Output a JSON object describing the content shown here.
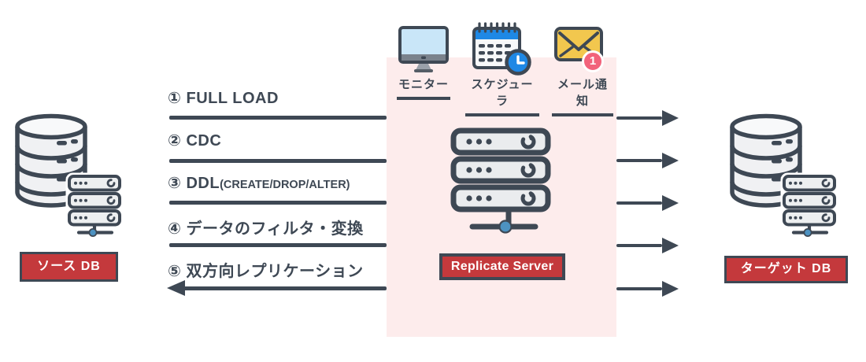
{
  "colors": {
    "dark": "#3e4854",
    "red": "#c4393c",
    "pink_zone": "#fdecec",
    "blue": "#1e88e5",
    "screen_blue": "#c9e6f8",
    "mail_yellow": "#f2c74e",
    "badge_pink": "#f2637b",
    "node_blue": "#4d92c1",
    "label_text": "#ffffff"
  },
  "services": [
    {
      "name": "monitor",
      "label": "モニター"
    },
    {
      "name": "scheduler",
      "label": "スケジューラ"
    },
    {
      "name": "mail",
      "label": "メール通知",
      "badge": "1"
    }
  ],
  "flows": [
    {
      "label": "① FULL LOAD",
      "sublabel": "",
      "left_arrow": false,
      "right_arrow": true
    },
    {
      "label": "② CDC",
      "sublabel": "",
      "left_arrow": false,
      "right_arrow": true
    },
    {
      "label": "③ DDL",
      "sublabel": "(CREATE/DROP/ALTER)",
      "left_arrow": false,
      "right_arrow": true
    },
    {
      "label": "④ データのフィルタ・変換",
      "sublabel": "",
      "left_arrow": false,
      "right_arrow": true
    },
    {
      "label": "⑤ 双方向レプリケーション",
      "sublabel": "",
      "left_arrow": true,
      "right_arrow": true
    }
  ],
  "nodes": {
    "source_db": {
      "label": "ソース DB"
    },
    "replicate_server": {
      "label": "Replicate Server"
    },
    "target_db": {
      "label": "ターゲット DB"
    }
  }
}
